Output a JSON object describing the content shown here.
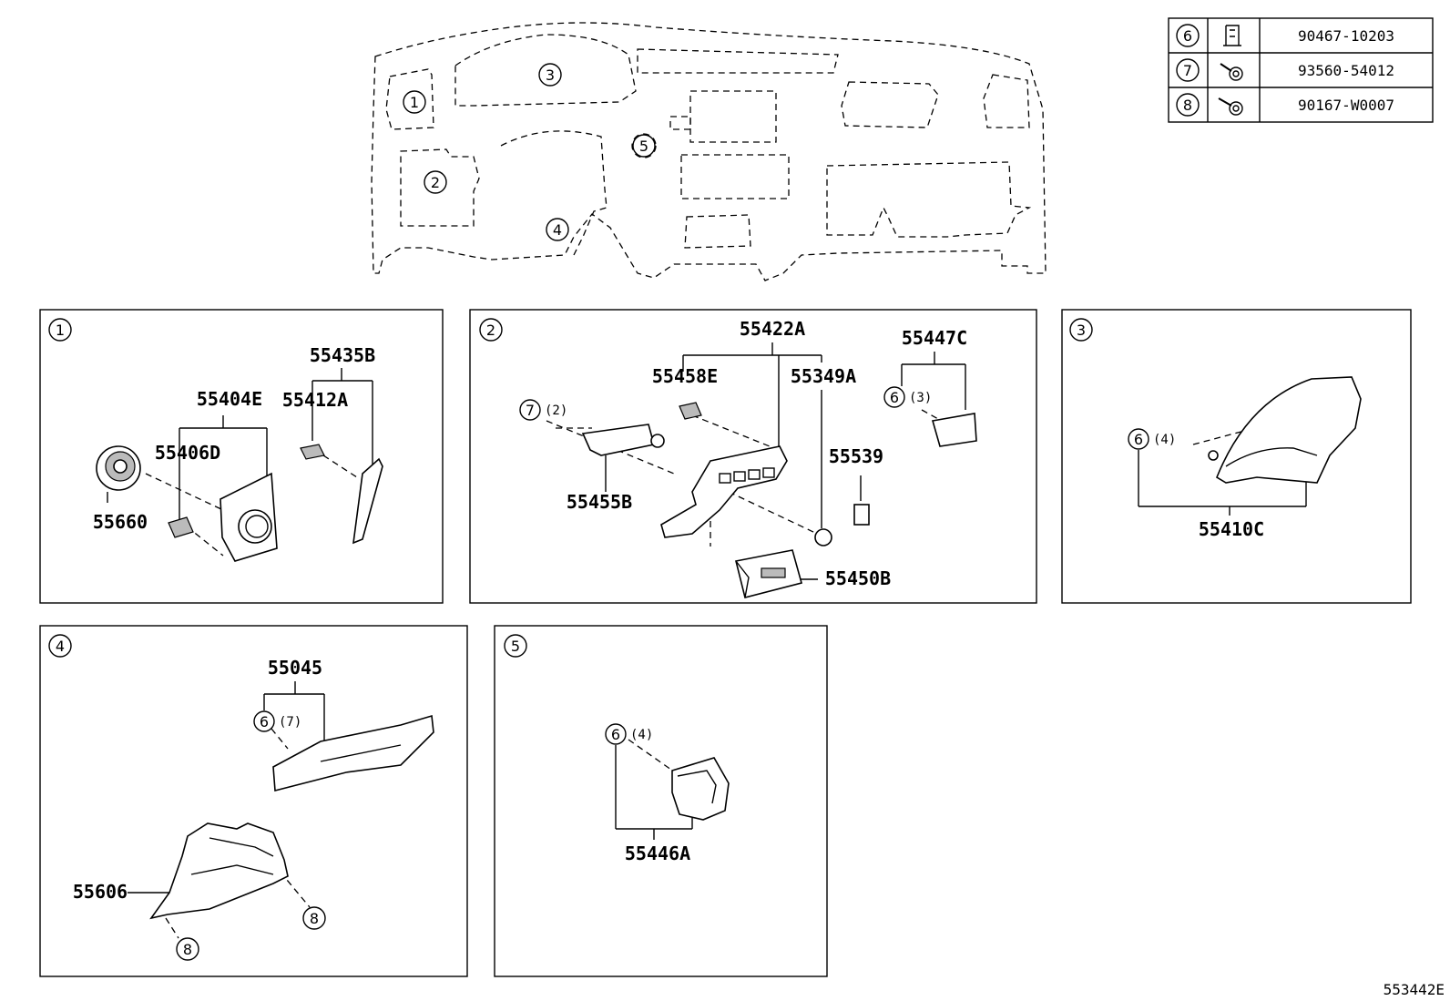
{
  "fastener_table": [
    {
      "ref": "6",
      "part_no": "90467-10203",
      "icon": "clip-icon"
    },
    {
      "ref": "7",
      "part_no": "93560-54012",
      "icon": "screw-washer-icon"
    },
    {
      "ref": "8",
      "part_no": "90167-W0007",
      "icon": "screw-washer-icon"
    }
  ],
  "overview": {
    "callouts": [
      "1",
      "2",
      "3",
      "4",
      "5"
    ]
  },
  "panel1": {
    "index": "1",
    "parts": {
      "p55435B": "55435B",
      "p55404E": "55404E",
      "p55412A": "55412A",
      "p55406D": "55406D",
      "p55660": "55660"
    }
  },
  "panel2": {
    "index": "2",
    "parts": {
      "p55422A": "55422A",
      "p55447C": "55447C",
      "p55458E": "55458E",
      "p55349A": "55349A",
      "p55539": "55539",
      "p55455B": "55455B",
      "p55450B": "55450B"
    },
    "fasteners": {
      "f7": "7",
      "f7qty": "(2)",
      "f6": "6",
      "f6qty": "(3)"
    }
  },
  "panel3": {
    "index": "3",
    "parts": {
      "p55410C": "55410C"
    },
    "fasteners": {
      "f6": "6",
      "f6qty": "(4)"
    }
  },
  "panel4": {
    "index": "4",
    "parts": {
      "p55045": "55045",
      "p55606": "55606"
    },
    "fasteners": {
      "f6": "6",
      "f6qty": "(7)",
      "f8a": "8",
      "f8b": "8"
    }
  },
  "panel5": {
    "index": "5",
    "parts": {
      "p55446A": "55446A"
    },
    "fasteners": {
      "f6": "6",
      "f6qty": "(4)"
    }
  },
  "illustration_id": "553442E"
}
